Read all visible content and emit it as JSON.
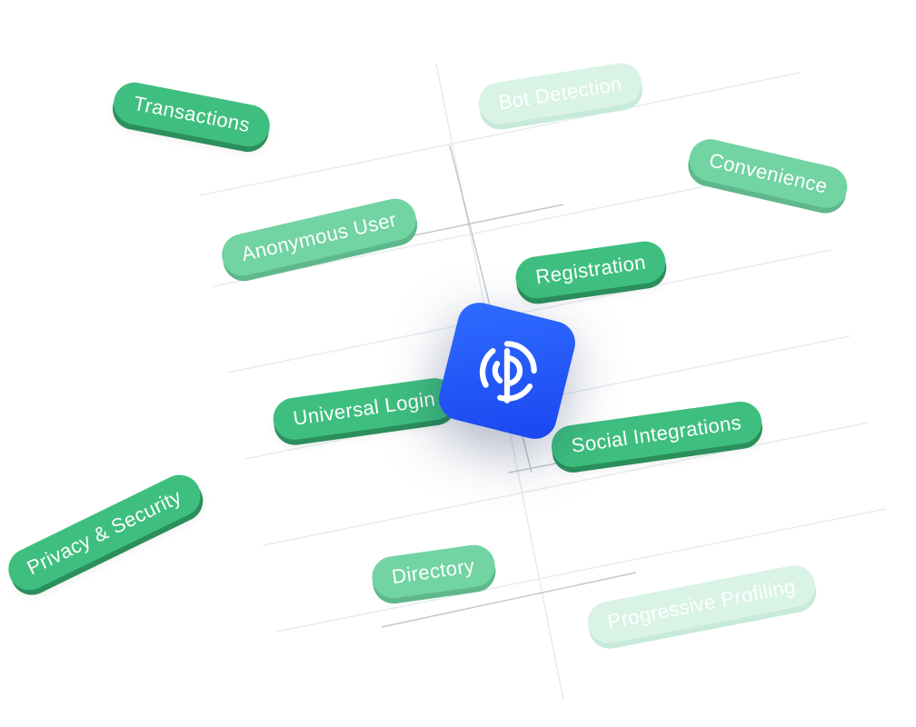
{
  "brand": {
    "accent": "#3fbf7f",
    "logo_bg": "#2352f5",
    "logo_icon": "brand-mark-icon"
  },
  "tags": {
    "transactions": "Transactions",
    "bot_detection": "Bot Detection",
    "convenience": "Convenience",
    "anonymous_user": "Anonymous User",
    "registration": "Registration",
    "universal_login": "Universal Login",
    "social_integrations": "Social Integrations",
    "privacy_security": "Privacy & Security",
    "directory": "Directory",
    "progressive_profiling": "Progressive Profiling"
  }
}
